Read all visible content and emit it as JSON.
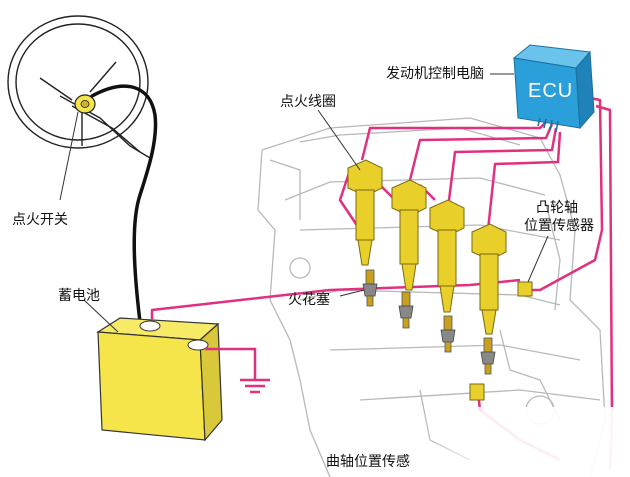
{
  "labels": {
    "ecu_module": "发动机控制电脑",
    "ecu_box": "ECU",
    "ignition_coil": "点火线圈",
    "ignition_switch": "点火开关",
    "battery": "蓄电池",
    "spark_plug": "火花塞",
    "camshaft_sensor_line1": "凸轮轴",
    "camshaft_sensor_line2": "位置传感器",
    "crankshaft_sensor": "曲轴位置传感"
  },
  "colors": {
    "wire_pink": "#e0307f",
    "wire_black": "#111111",
    "ecu_blue": "#2b9fd9",
    "component_yellow": "#f5e54a",
    "coil_yellow": "#e8cf2a",
    "engine_outline": "#b8b8b8"
  }
}
